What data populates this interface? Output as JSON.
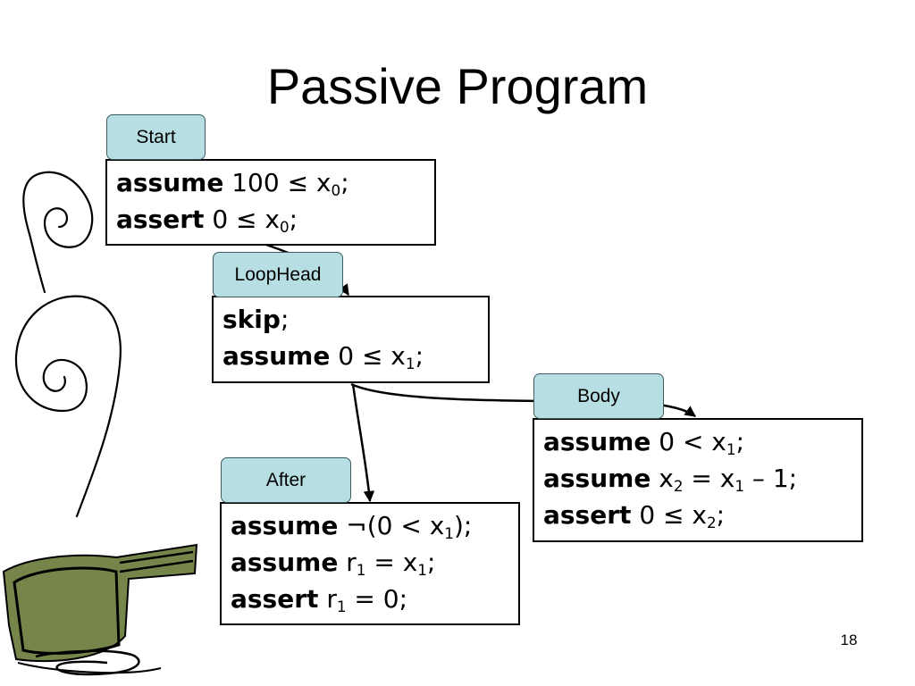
{
  "slide": {
    "title": "Passive Program",
    "page_number": "18"
  },
  "blocks": {
    "start": {
      "label": "Start",
      "lines": [
        {
          "kw": "assume",
          "a": " 100 ≤ x",
          "s1": "0",
          "b": ";",
          "s2": "",
          "c": ""
        },
        {
          "kw": "assert",
          "a": " 0 ≤ x",
          "s1": "0",
          "b": ";",
          "s2": "",
          "c": ""
        }
      ]
    },
    "loophead": {
      "label": "LoopHead",
      "lines": [
        {
          "kw": "skip",
          "a": ";",
          "s1": "",
          "b": "",
          "s2": "",
          "c": ""
        },
        {
          "kw": "assume",
          "a": " 0 ≤ x",
          "s1": "1",
          "b": ";",
          "s2": "",
          "c": ""
        }
      ]
    },
    "body": {
      "label": "Body",
      "lines": [
        {
          "kw": "assume",
          "a": " 0 < x",
          "s1": "1",
          "b": ";",
          "s2": "",
          "c": ""
        },
        {
          "kw": "assume",
          "a": " x",
          "s1": "2",
          "b": " = x",
          "s2": "1",
          "c": " – 1;"
        },
        {
          "kw": "assert",
          "a": " 0 ≤ x",
          "s1": "2",
          "b": ";",
          "s2": "",
          "c": ""
        }
      ]
    },
    "after": {
      "label": "After",
      "lines": [
        {
          "kw": "assume",
          "a": " ¬(0 < x",
          "s1": "1",
          "b": ");",
          "s2": "",
          "c": ""
        },
        {
          "kw": "assume",
          "a": " r",
          "s1": "1",
          "b": " = x",
          "s2": "1",
          "c": ";"
        },
        {
          "kw": "assert",
          "a": " r",
          "s1": "1",
          "b": " = 0;",
          "s2": "",
          "c": ""
        }
      ]
    }
  },
  "colors": {
    "label_fill": "#b7dfe3",
    "label_border": "#3e5d61",
    "pot_fill": "#76864b"
  },
  "decorations": [
    "spiral-icon",
    "spiral-icon",
    "pot-icon"
  ]
}
